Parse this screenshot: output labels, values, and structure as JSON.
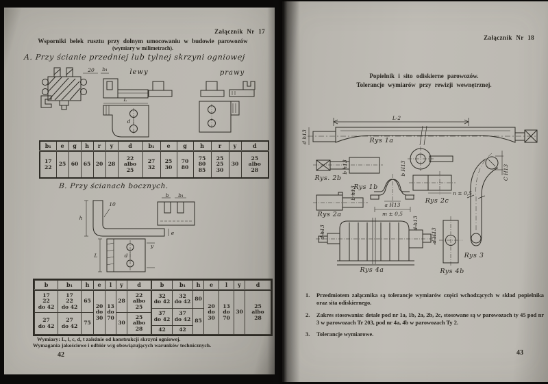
{
  "left_page": {
    "appendix": "Załącznik Nr 17",
    "title": "Wsporniki belek rusztu przy dolnym umocowaniu w budowie parowozów",
    "subtitle": "(wymiary w milimetrach).",
    "section_a_heading": "A. Przy ścianie przedniej lub tylnej skrzyni ogniowej",
    "section_b_heading": "B. Przy ścianach bocznych.",
    "drawing_a": {
      "label_left": "lewy",
      "label_right": "prawy",
      "dim_20": "20",
      "dim_b1": "b₁",
      "dim_L": "L",
      "dim_d": "d"
    },
    "drawing_b": {
      "dim_b": "b",
      "dim_b1": "b₁",
      "dim_r10": "10",
      "dim_h": "h",
      "dim_e": "e",
      "dim_L": "L",
      "dim_d": "d",
      "dim_y": "y"
    },
    "table1": {
      "headers": [
        "b₁",
        "e",
        "g",
        "h",
        "r",
        "y",
        "d",
        "b₁",
        "e",
        "g",
        "h",
        "r",
        "y",
        "d"
      ],
      "row": [
        "17\n22",
        "25",
        "60",
        "65",
        "20",
        "28",
        "22\nalbo\n25",
        "27\n32",
        "25\n30",
        "70\n80",
        "75\n80\n85",
        "25\n25\n30",
        "30",
        "25\nalbo\n28"
      ]
    },
    "table2": {
      "headers": [
        "b",
        "b₁",
        "h",
        "e",
        "l",
        "y",
        "d",
        "b",
        "b₁",
        "h",
        "e",
        "l",
        "y",
        "d"
      ],
      "left": {
        "b_r1": "17\n22\ndo 42",
        "b1_r1": "17\n22\ndo 42",
        "h_r1": "65",
        "e": "20\ndo\n30",
        "l": "13\ndo\n70",
        "y_r1": "28",
        "d_r1": "22\nalbo\n25",
        "b_r2": "27\ndo 42",
        "b1_r2": "27\ndo 42",
        "h_r2": "75",
        "y_r2": "30",
        "d_r2": "25\nalbo\n28"
      },
      "right": {
        "b_r1": "32\ndo 42",
        "b1_r1": "32\ndo 42",
        "h_r1": "80",
        "e": "20\ndo\n30",
        "l": "13\ndo\n70",
        "y": "30",
        "d": "25\nalbo\n28",
        "b_r2": "37\ndo 42",
        "b1_r2": "37\ndo 42",
        "h_r2": "85",
        "b_r3": "42",
        "b1_r3": "42"
      }
    },
    "footnote1": "Wymiary: L, l, c, d, t zależnie od konstrukcji skrzyni ogniowej.",
    "footnote2": "Wymagania jakościowe i odbiór w/g obowiązujących warunków technicznych.",
    "page_number": "42"
  },
  "right_page": {
    "appendix": "Załącznik Nr 18",
    "title_line1": "Popielnik i sito odiskierne parowozów.",
    "title_line2": "Tolerancje wymiarów przy rewizji wewnętrznej.",
    "figures": {
      "rys1a": {
        "label": "Rys 1a",
        "dim_length": "L-2",
        "dim_d": "d h13"
      },
      "rys2b": {
        "label": "Rys. 2b",
        "dim_b": "b h13"
      },
      "rys1b": {
        "label": "Rys 1b",
        "dim_a": "a H13",
        "dim_m": "m ± 0,5",
        "dim_flange": "b H13"
      },
      "rys2c": {
        "label": "Rys 2c",
        "dim_n": "n ± 0,5"
      },
      "rys2a": {
        "label": "Rys 2a",
        "dim_b": "b h13"
      },
      "rys3": {
        "label": "Rys 3",
        "dim_c": "C H13"
      },
      "rys4a": {
        "label": "Rys 4a",
        "dim_d_left": "d h13",
        "dim_d_right": "d h13"
      },
      "rys4b": {
        "label": "Rys 4b",
        "dim_d": "d H13"
      }
    },
    "notes": [
      {
        "num": "1.",
        "text": "Przedmiotem załącznika są tolerancje wymiarów części wchodzących w skład popielnika oraz sita odiskiernego."
      },
      {
        "num": "2.",
        "text": "Zakres stosowania: detale pod nr 1a, 1b, 2a, 2b, 2c, stosowane są w parowozach ty 45 pod nr 3 w parowozach Tr 203, pod nr 4a, 4b w parowozach Ty 2."
      },
      {
        "num": "3.",
        "text": "Tolerancje wymiarowe."
      }
    ],
    "page_number": "43"
  }
}
